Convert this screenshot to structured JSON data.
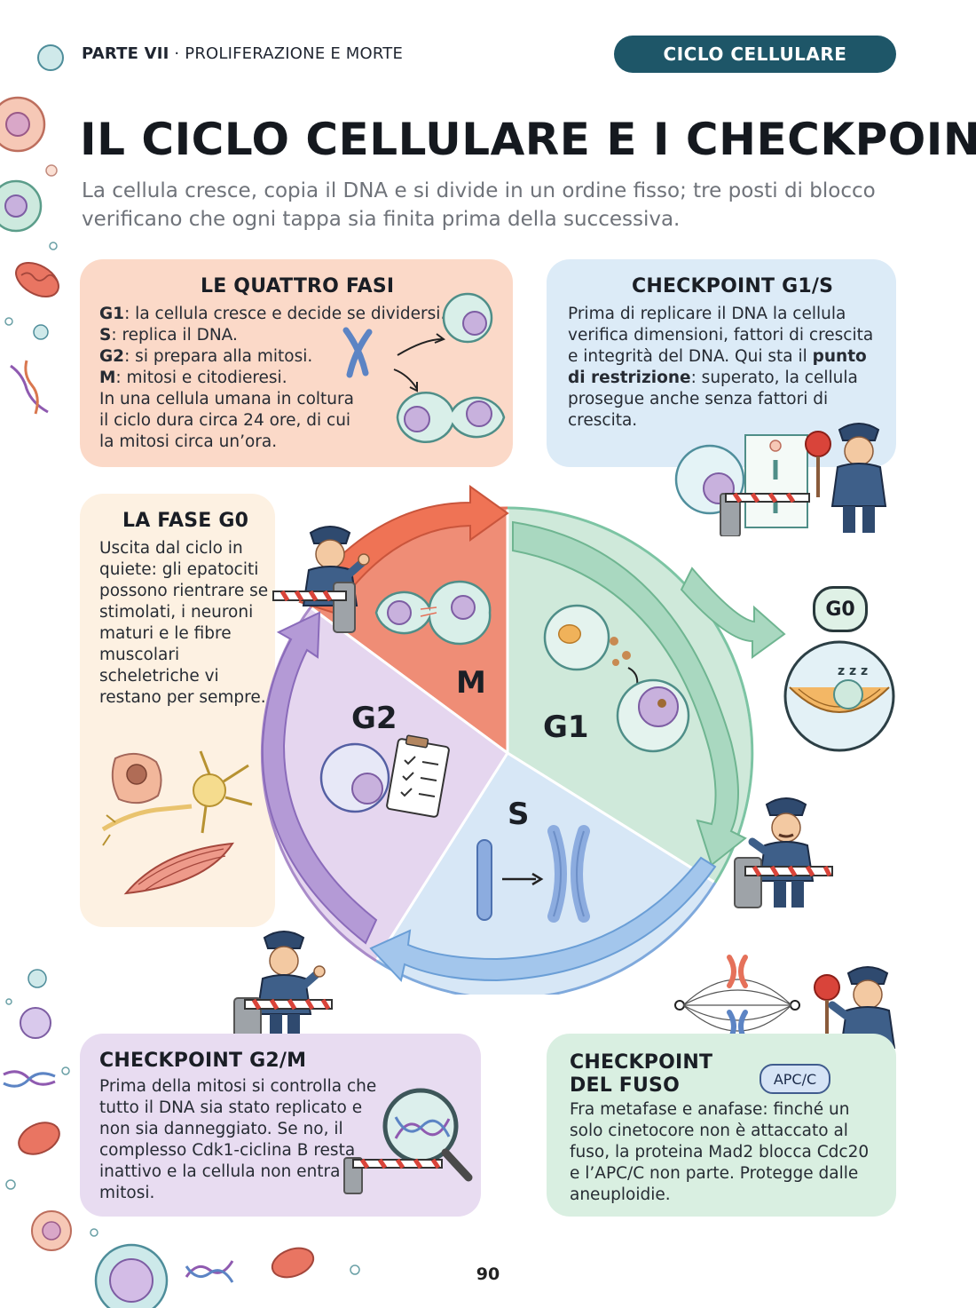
{
  "header": {
    "part_number": "PARTE VII",
    "part_separator": "·",
    "part_title": "PROLIFERAZIONE E MORTE",
    "section_pill": "CICLO CELLULARE"
  },
  "title": "IL CICLO CELLULARE E I CHECKPOINT",
  "subtitle": "La cellula cresce, copia il DNA e si divide in un ordine fisso; tre posti di blocco verificano che ogni tappa sia finita prima della successiva.",
  "box_fasi": {
    "heading": "LE QUATTRO FASI",
    "lines": [
      {
        "term": "G1",
        "text": ": la cellula cresce e decide se dividersi."
      },
      {
        "term": "S",
        "text": ": replica il DNA."
      },
      {
        "term": "G2",
        "text": ": si prepara alla mitosi."
      },
      {
        "term": "M",
        "text": ": mitosi e citodieresi."
      }
    ],
    "note": "In una cellula umana in coltura il ciclo dura circa 24 ore, di cui la mitosi circa un’ora."
  },
  "box_g1s": {
    "heading": "CHECKPOINT G1/S",
    "text_before": "Prima di replicare il DNA la cellula verifica dimensioni, fattori di crescita e integrità del DNA. Qui sta il ",
    "bold": "punto di restrizione",
    "text_after": ": superato, la cellula prosegue anche senza fattori di crescita."
  },
  "box_g0": {
    "heading": "LA FASE G0",
    "text": "Uscita dal ciclo in quiete: gli epatociti possono rientrare se stimolati, i neuroni maturi e le fibre muscolari scheletriche vi restano per sempre."
  },
  "box_g2m": {
    "heading": "CHECKPOINT G2/M",
    "text": "Prima della mitosi si controlla che tutto il DNA sia stato replicato e non sia danneggiato. Se no, il complesso Cdk1-ciclina B resta inattivo e la cellula non entra in mitosi."
  },
  "box_fuso": {
    "heading_line1": "CHECKPOINT",
    "heading_line2": "DEL FUSO",
    "badge": "APC/C",
    "text": "Fra metafase e anafase: finché un solo cinetocore non è attaccato al fuso, la proteina Mad2 blocca Cdc20 e l’APC/C non parte. Protegge dalle aneuploidie."
  },
  "cycle": {
    "phases": [
      "M",
      "G1",
      "S",
      "G2"
    ],
    "g0_badge": "G0",
    "sleep_text": "z z z"
  },
  "colors": {
    "phase_m": "#ef8d76",
    "phase_g1": "#cfe9da",
    "phase_s": "#d7e7f6",
    "phase_g2": "#e5d6ef",
    "pill": "#1e5668"
  },
  "page_number": "90"
}
